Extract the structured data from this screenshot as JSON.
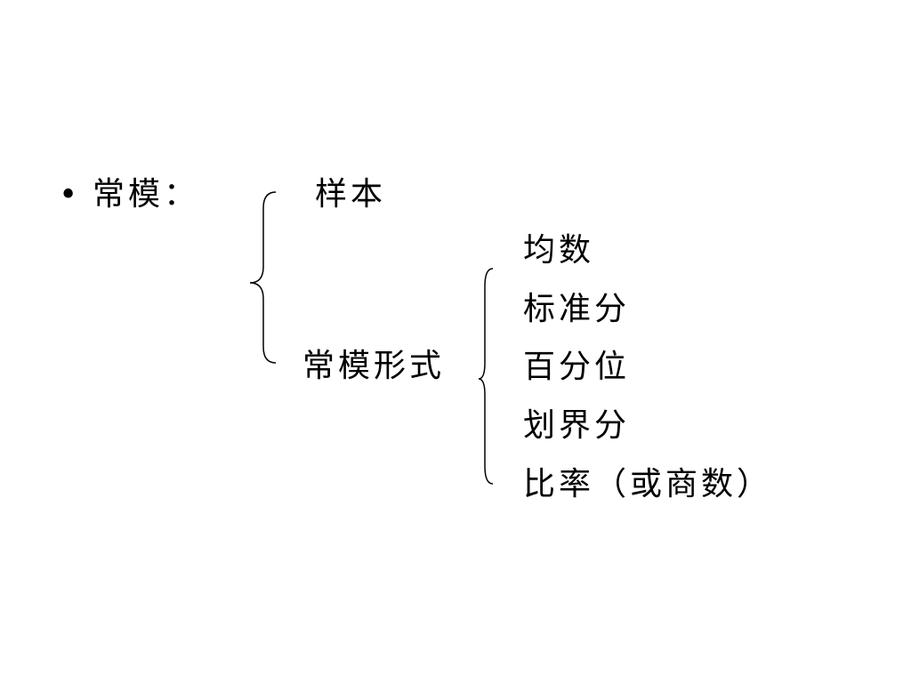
{
  "slide": {
    "bullet_glyph": "•",
    "heading": "常模：",
    "level1": {
      "top_item": "样本",
      "bottom_item": "常模形式"
    },
    "level2": {
      "items": [
        "均数",
        "标准分",
        "百分位",
        "划界分",
        "比率（或商数）"
      ]
    },
    "colors": {
      "text": "#000000",
      "background": "#ffffff",
      "brace": "#000000"
    }
  }
}
